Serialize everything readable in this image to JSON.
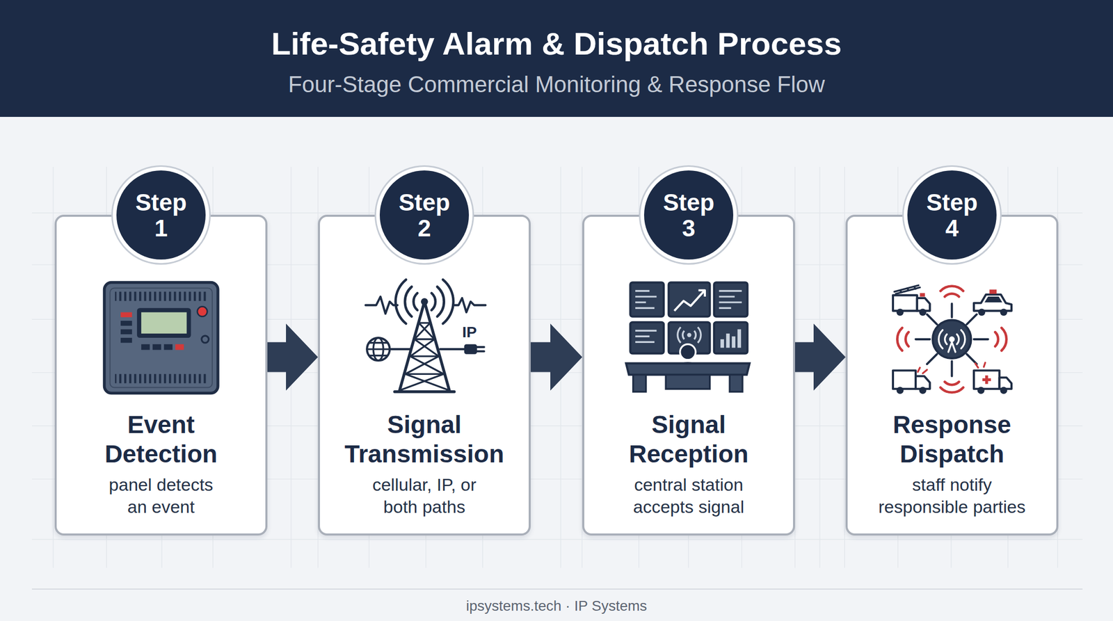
{
  "diagram": {
    "title": "Life-Safety Alarm & Dispatch Process",
    "nodes": [
      {
        "text": [
          "Event Detection",
          "panel detects an event"
        ]
      },
      {
        "text": [
          "Step 1"
        ],
        "in": 0
      },
      {
        "text": [
          "Signal Transmission",
          "cellular, IP, or both paths"
        ]
      },
      {
        "text": [
          "Step 2"
        ],
        "in": 2
      },
      {
        "text": [
          "Signal Reception",
          "central station accepts signal"
        ]
      },
      {
        "text": [
          "Step 3"
        ],
        "in": 4
      },
      {
        "text": [
          "Response Dispatch",
          "staff notify responsible parties"
        ]
      },
      {
        "text": [
          "Step 4"
        ],
        "in": 6
      }
    ],
    "edges": [
      {
        "from": 0,
        "to": 2,
        "arrow": "to"
      },
      {
        "from": 2,
        "to": 4,
        "arrow": "to"
      },
      {
        "from": 4,
        "to": 6,
        "arrow": "to"
      }
    ],
    "labels": [
      "Four-Stage Commercial Monitoring & Response Flow",
      "IP",
      "ipsystems.tech · IP Systems"
    ]
  }
}
